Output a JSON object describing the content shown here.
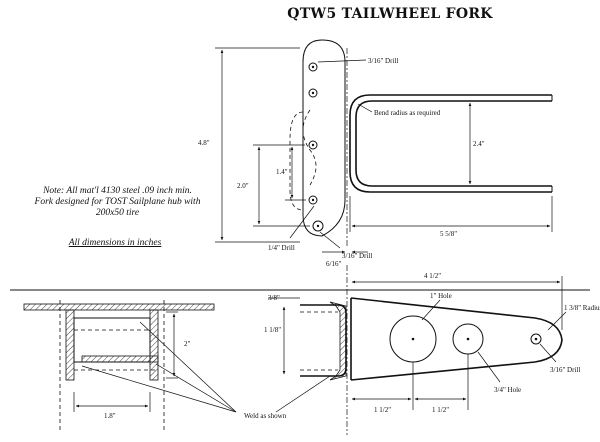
{
  "title": "QTW5 TAILWHEEL FORK",
  "note": {
    "line1": "Note: All mat'l 4130 steel .09 inch min.",
    "line2": "Fork designed for TOST Sailplane hub with",
    "line3": "200x50 tire"
  },
  "dimensions_note": "All dimensions in inches",
  "labels": {
    "drill_316_top": "3/16\" Drill",
    "bend_radius": "Bend radius as required",
    "dim_4_8": "4.8\"",
    "dim_2_4": "2.4\"",
    "dim_2_0": "2.0\"",
    "dim_1_4": "1.4\"",
    "dim_5_5_8": "5 5/8\"",
    "drill_14": "1/4\" Drill",
    "drill_316_low": "3/16\" Drill",
    "dim_6_16": "6/16\"",
    "dim_4_half": "4 1/2\"",
    "hole_1": "1\" Hole",
    "radius_1_3_8": "1 3/8\" Radius",
    "dim_1_1_8": "1 1/8\"",
    "dim_3_8": "3/8\"",
    "dim_2": "2\"",
    "dim_1_8": "1.8\"",
    "drill_316_right": "3/16\" Drill",
    "hole_3_4": "3/4\" Hole",
    "dim_1_half": "1 1/2\"",
    "dim_1_half_b": "1 1/2\"",
    "weld_as_shown": "Weld as shown"
  }
}
